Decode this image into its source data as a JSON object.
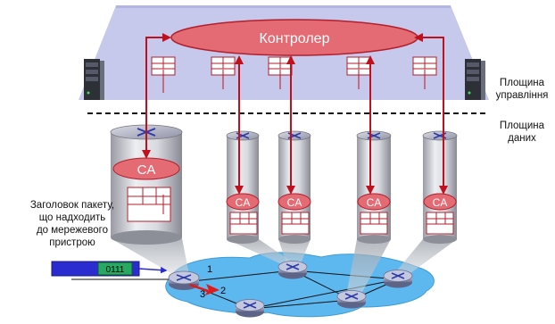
{
  "controller": {
    "label": "Контролер"
  },
  "planes": {
    "control": "Площина управління",
    "data": "Площина даних"
  },
  "switches": [
    {
      "ca_label": "CA"
    },
    {
      "ca_label": "CA"
    },
    {
      "ca_label": "CA"
    },
    {
      "ca_label": "CA"
    },
    {
      "ca_label": "CA"
    }
  ],
  "packet": {
    "caption_lines": [
      "Заголовок пакету,",
      "що надходить",
      "до мережевого",
      "пристрою"
    ],
    "header_value": "0111"
  },
  "ports": [
    "1",
    "2",
    "3"
  ],
  "colors": {
    "control_plane": "#c4c6ea",
    "controller_fill": "#e46b73",
    "arrow": "#c0101d",
    "network_cloud": "#5db8f0",
    "packet_body": "#2b2ccf",
    "packet_header": "#27a863"
  }
}
